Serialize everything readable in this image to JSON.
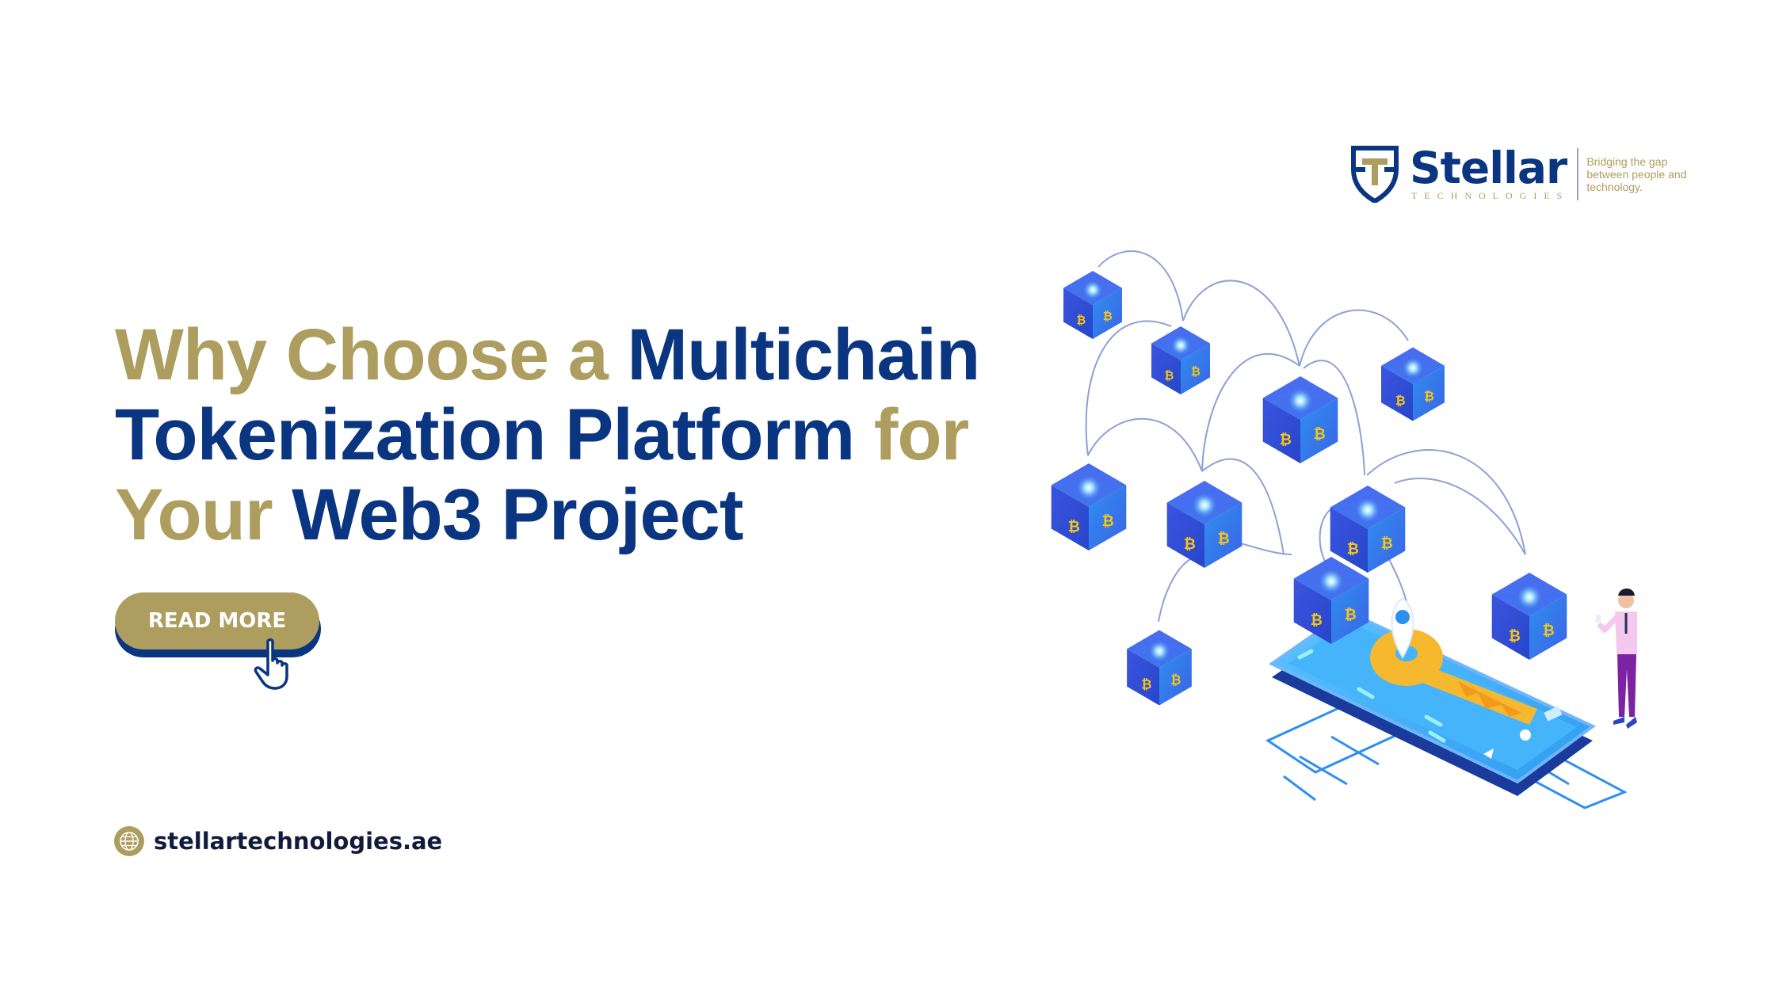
{
  "brand": {
    "name": "Stellar",
    "sub": "TECHNOLOGIES",
    "tagline": "Bridging the gap between people and technology.",
    "colors": {
      "gold": "#AD9D5E",
      "navy": "#0A3580"
    }
  },
  "headline": {
    "line1": [
      {
        "text": "Why Choose a ",
        "color": "gold"
      },
      {
        "text": "Multichain",
        "color": "navy"
      }
    ],
    "line2": [
      {
        "text": "Tokenization Platform ",
        "color": "navy"
      },
      {
        "text": "for",
        "color": "gold"
      }
    ],
    "line3": [
      {
        "text": "Your ",
        "color": "gold"
      },
      {
        "text": "Web3 Project",
        "color": "navy"
      }
    ]
  },
  "cta": {
    "label": "READ MORE",
    "icon": "hand-pointer-icon"
  },
  "footer": {
    "website": "stellartechnologies.ae",
    "icon": "globe-icon"
  },
  "illustration": {
    "description": "Isometric blockchain cubes connected by lines above a smartphone with a gold key and a person standing",
    "cube_color": "#2f5fe0",
    "key_color": "#f5b82e"
  }
}
